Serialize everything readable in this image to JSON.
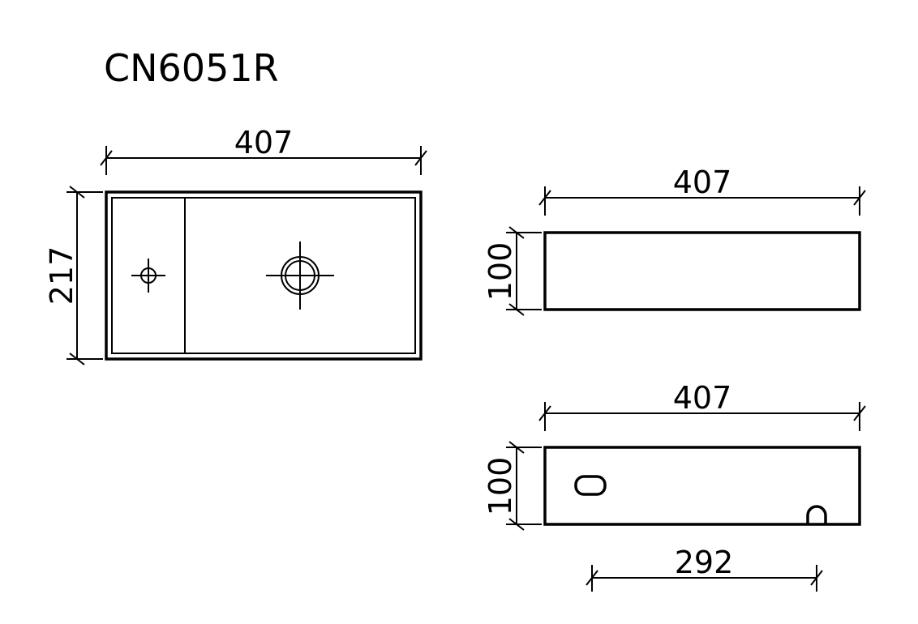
{
  "title": "CN6051R",
  "top_view": {
    "width_label": "407",
    "depth_label": "217"
  },
  "front_view": {
    "width_label": "407",
    "height_label": "100"
  },
  "back_view": {
    "width_label": "407",
    "height_label": "100",
    "offset_label": "292"
  }
}
